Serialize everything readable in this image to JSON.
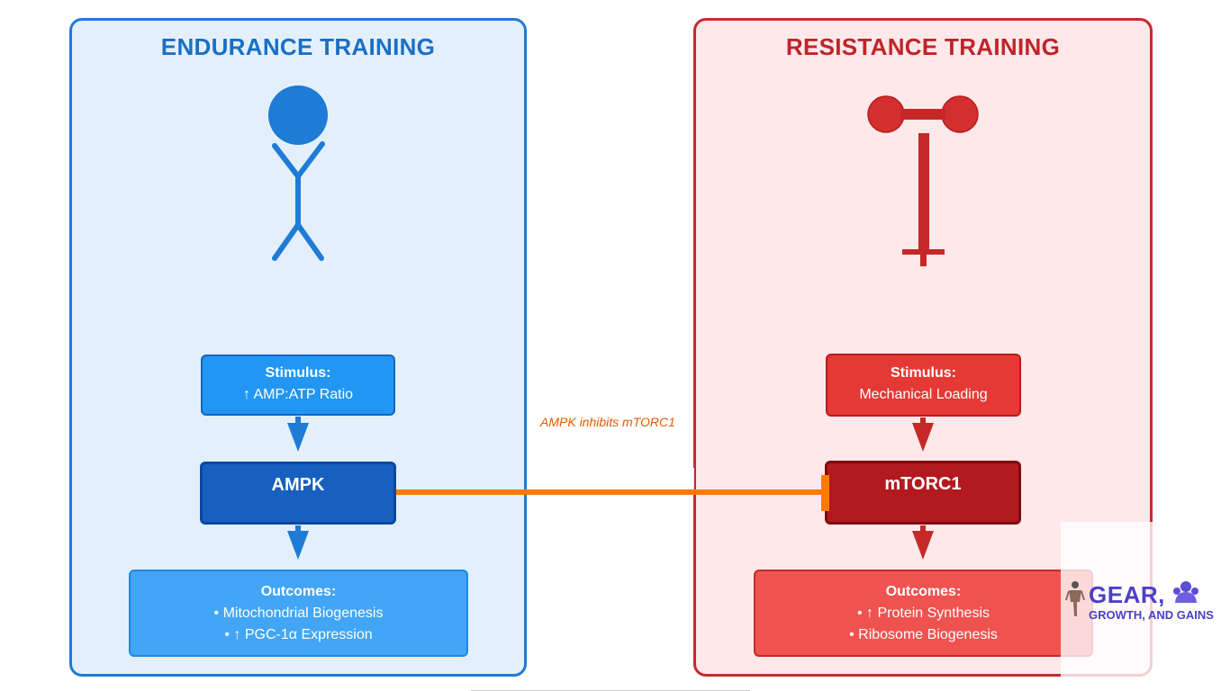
{
  "colors": {
    "endurance_accent": "#1e7bd6",
    "resistance_accent": "#c62a2e",
    "inhibition": "#ff7a00",
    "watermark": "#4b3fc9"
  },
  "endurance": {
    "title": "ENDURANCE TRAINING",
    "icon": "stick-figure-runner-icon",
    "stimulus": {
      "heading": "Stimulus:",
      "text": "↑ AMP:ATP Ratio"
    },
    "core": "AMPK",
    "outcomes": {
      "heading": "Outcomes:",
      "items": [
        "• Mitochondrial Biogenesis",
        "• ↑ PGC-1α Expression"
      ]
    }
  },
  "resistance": {
    "title": "RESISTANCE TRAINING",
    "icon": "dumbbell-icon",
    "stimulus": {
      "heading": "Stimulus:",
      "text": "Mechanical Loading"
    },
    "core": "mTORC1",
    "outcomes": {
      "heading": "Outcomes:",
      "items": [
        "• ↑ Protein Synthesis",
        "• Ribosome Biogenesis"
      ]
    }
  },
  "interaction": {
    "label": "AMPK inhibits mTORC1"
  },
  "watermark": {
    "brand": "GEAR,",
    "tagline": "GROWTH, AND GAINS",
    "icon": "bodybuilder-logo-icon"
  }
}
